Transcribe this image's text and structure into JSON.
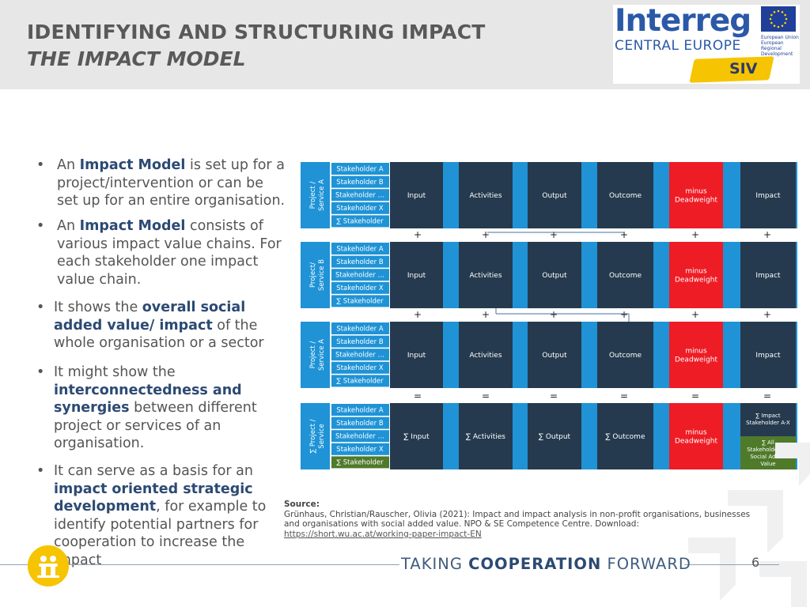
{
  "header": {
    "title_line1": "IDENTIFYING AND STRUCTURING IMPACT",
    "title_line2": "THE IMPACT MODEL"
  },
  "logo": {
    "brand": "Interreg",
    "region": "CENTRAL EUROPE",
    "eu_text": [
      "European Union",
      "European Regional",
      "Development Fund"
    ],
    "project": "SIV"
  },
  "bullets": [
    {
      "segments": [
        {
          "t": "An "
        },
        {
          "t": "Impact Model",
          "b": true
        },
        {
          "t": " is set up for a project/intervention or can be set up for an entire organisation."
        }
      ]
    },
    {
      "segments": [
        {
          "t": "An "
        },
        {
          "t": "Impact Model",
          "b": true
        },
        {
          "t": " consists of various impact value chains. For each stakeholder one impact value chain."
        }
      ]
    },
    {
      "segments": [
        {
          "t": "It shows the "
        },
        {
          "t": "overall social added value/ impact",
          "b": true
        },
        {
          "t": " of the whole organisation or a sector"
        }
      ]
    },
    {
      "segments": [
        {
          "t": "It might show the "
        },
        {
          "t": "interconnectedness and synergies",
          "b": true
        },
        {
          "t": " between different project or services of an organisation."
        }
      ]
    },
    {
      "segments": [
        {
          "t": "It can serve as a basis for an "
        },
        {
          "t": "impact oriented strategic development",
          "b": true
        },
        {
          "t": ", for example to identify potential partners for cooperation to increase the impact"
        }
      ]
    }
  ],
  "diagram": {
    "rows": [
      {
        "side": [
          "Project /",
          "Service A"
        ],
        "stakeholders": [
          "Stakeholder A",
          "Stakeholder B",
          "Stakeholder …",
          "Stakeholder X",
          "∑ Stakeholder"
        ],
        "chain": [
          "Input",
          "Activities",
          "Output",
          "Outcome",
          "minus\nDeadweight",
          "Impact"
        ]
      },
      {
        "side": [
          "Project/",
          "Service B"
        ],
        "stakeholders": [
          "Stakeholder A",
          "Stakeholder B",
          "Stakeholder …",
          "Stakeholder X",
          "∑ Stakeholder"
        ],
        "chain": [
          "Input",
          "Activities",
          "Output",
          "Outcome",
          "minus\nDeadweight",
          "Impact"
        ]
      },
      {
        "side": [
          "Project /",
          "Service A"
        ],
        "stakeholders": [
          "Stakeholder A",
          "Stakeholder B",
          "Stakeholder …",
          "Stakeholder X",
          "∑ Stakeholder"
        ],
        "chain": [
          "Input",
          "Activities",
          "Output",
          "Outcome",
          "minus\nDeadweight",
          "Impact"
        ]
      },
      {
        "side": [
          "∑ Project /",
          "Service"
        ],
        "stakeholders": [
          "Stakeholder A",
          "Stakeholder B",
          "Stakeholder …",
          "Stakeholder X",
          "∑ Stakeholder"
        ],
        "chain": [
          "∑ Input",
          "∑ Activities",
          "∑ Output",
          "∑ Outcome",
          "minus\nDeadweight",
          "∑ Impact\nStakeholder A-X"
        ],
        "extra": "∑ All\nStakeholders =\nSocial Added\nValue"
      }
    ],
    "operators": [
      [
        "+",
        "+",
        "+",
        "+",
        "+",
        "+"
      ],
      [
        "+",
        "+",
        "+",
        "+",
        "+",
        "+"
      ],
      [
        "=",
        "=",
        "=",
        "=",
        "=",
        "="
      ]
    ],
    "colors": {
      "dark": "#253a4e",
      "blue": "#1f93d6",
      "red": "#ee1c25",
      "green": "#4f7a2a",
      "stake": "#1f93d6"
    }
  },
  "source": {
    "label": "Source:",
    "text": "Grünhaus, Christian/Rauscher, Olivia (2021): Impact and impact analysis in non-profit organisations, businesses and organisations with social added value. NPO & SE Competence Centre. Download:",
    "link": "https://short.wu.ac.at/working-paper-impact-EN"
  },
  "footer": {
    "tagline_pre": "TAKING ",
    "tagline_bold": "COOPERATION",
    "tagline_post": " FORWARD",
    "page": "6"
  }
}
